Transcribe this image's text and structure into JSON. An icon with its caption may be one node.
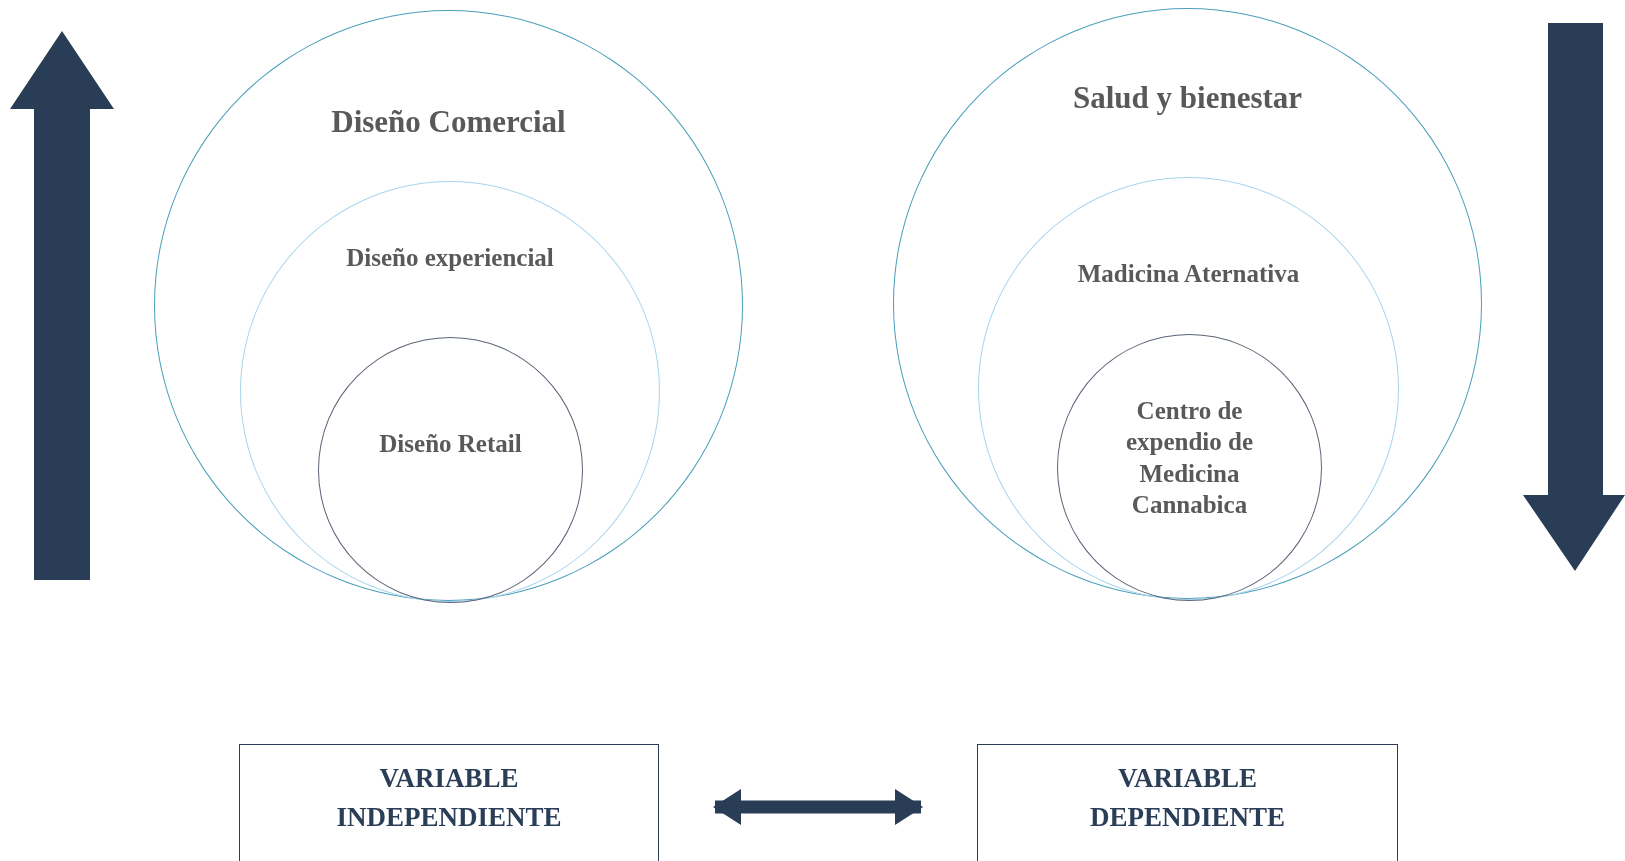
{
  "diagram": {
    "nodes": [
      {
        "text": [
          "Diseño Comercial"
        ]
      },
      {
        "text": [
          "Diseño experiencial"
        ],
        "in": 0
      },
      {
        "text": [
          "Diseño Retail"
        ],
        "in": 1
      },
      {
        "text": [
          "Salud y bienestar"
        ]
      },
      {
        "text": [
          "Madicina Aternativa"
        ],
        "in": 3
      },
      {
        "text": [
          "Centro de expendio de Medicina Cannabica"
        ],
        "in": 4
      },
      {
        "text": [
          "VARIABLE INDEPENDIENTE"
        ]
      },
      {
        "text": [
          "VARIABLE DEPENDIENTE"
        ]
      }
    ],
    "edges": [
      {
        "from": 6,
        "to": 7,
        "arrow": "both"
      }
    ]
  }
}
